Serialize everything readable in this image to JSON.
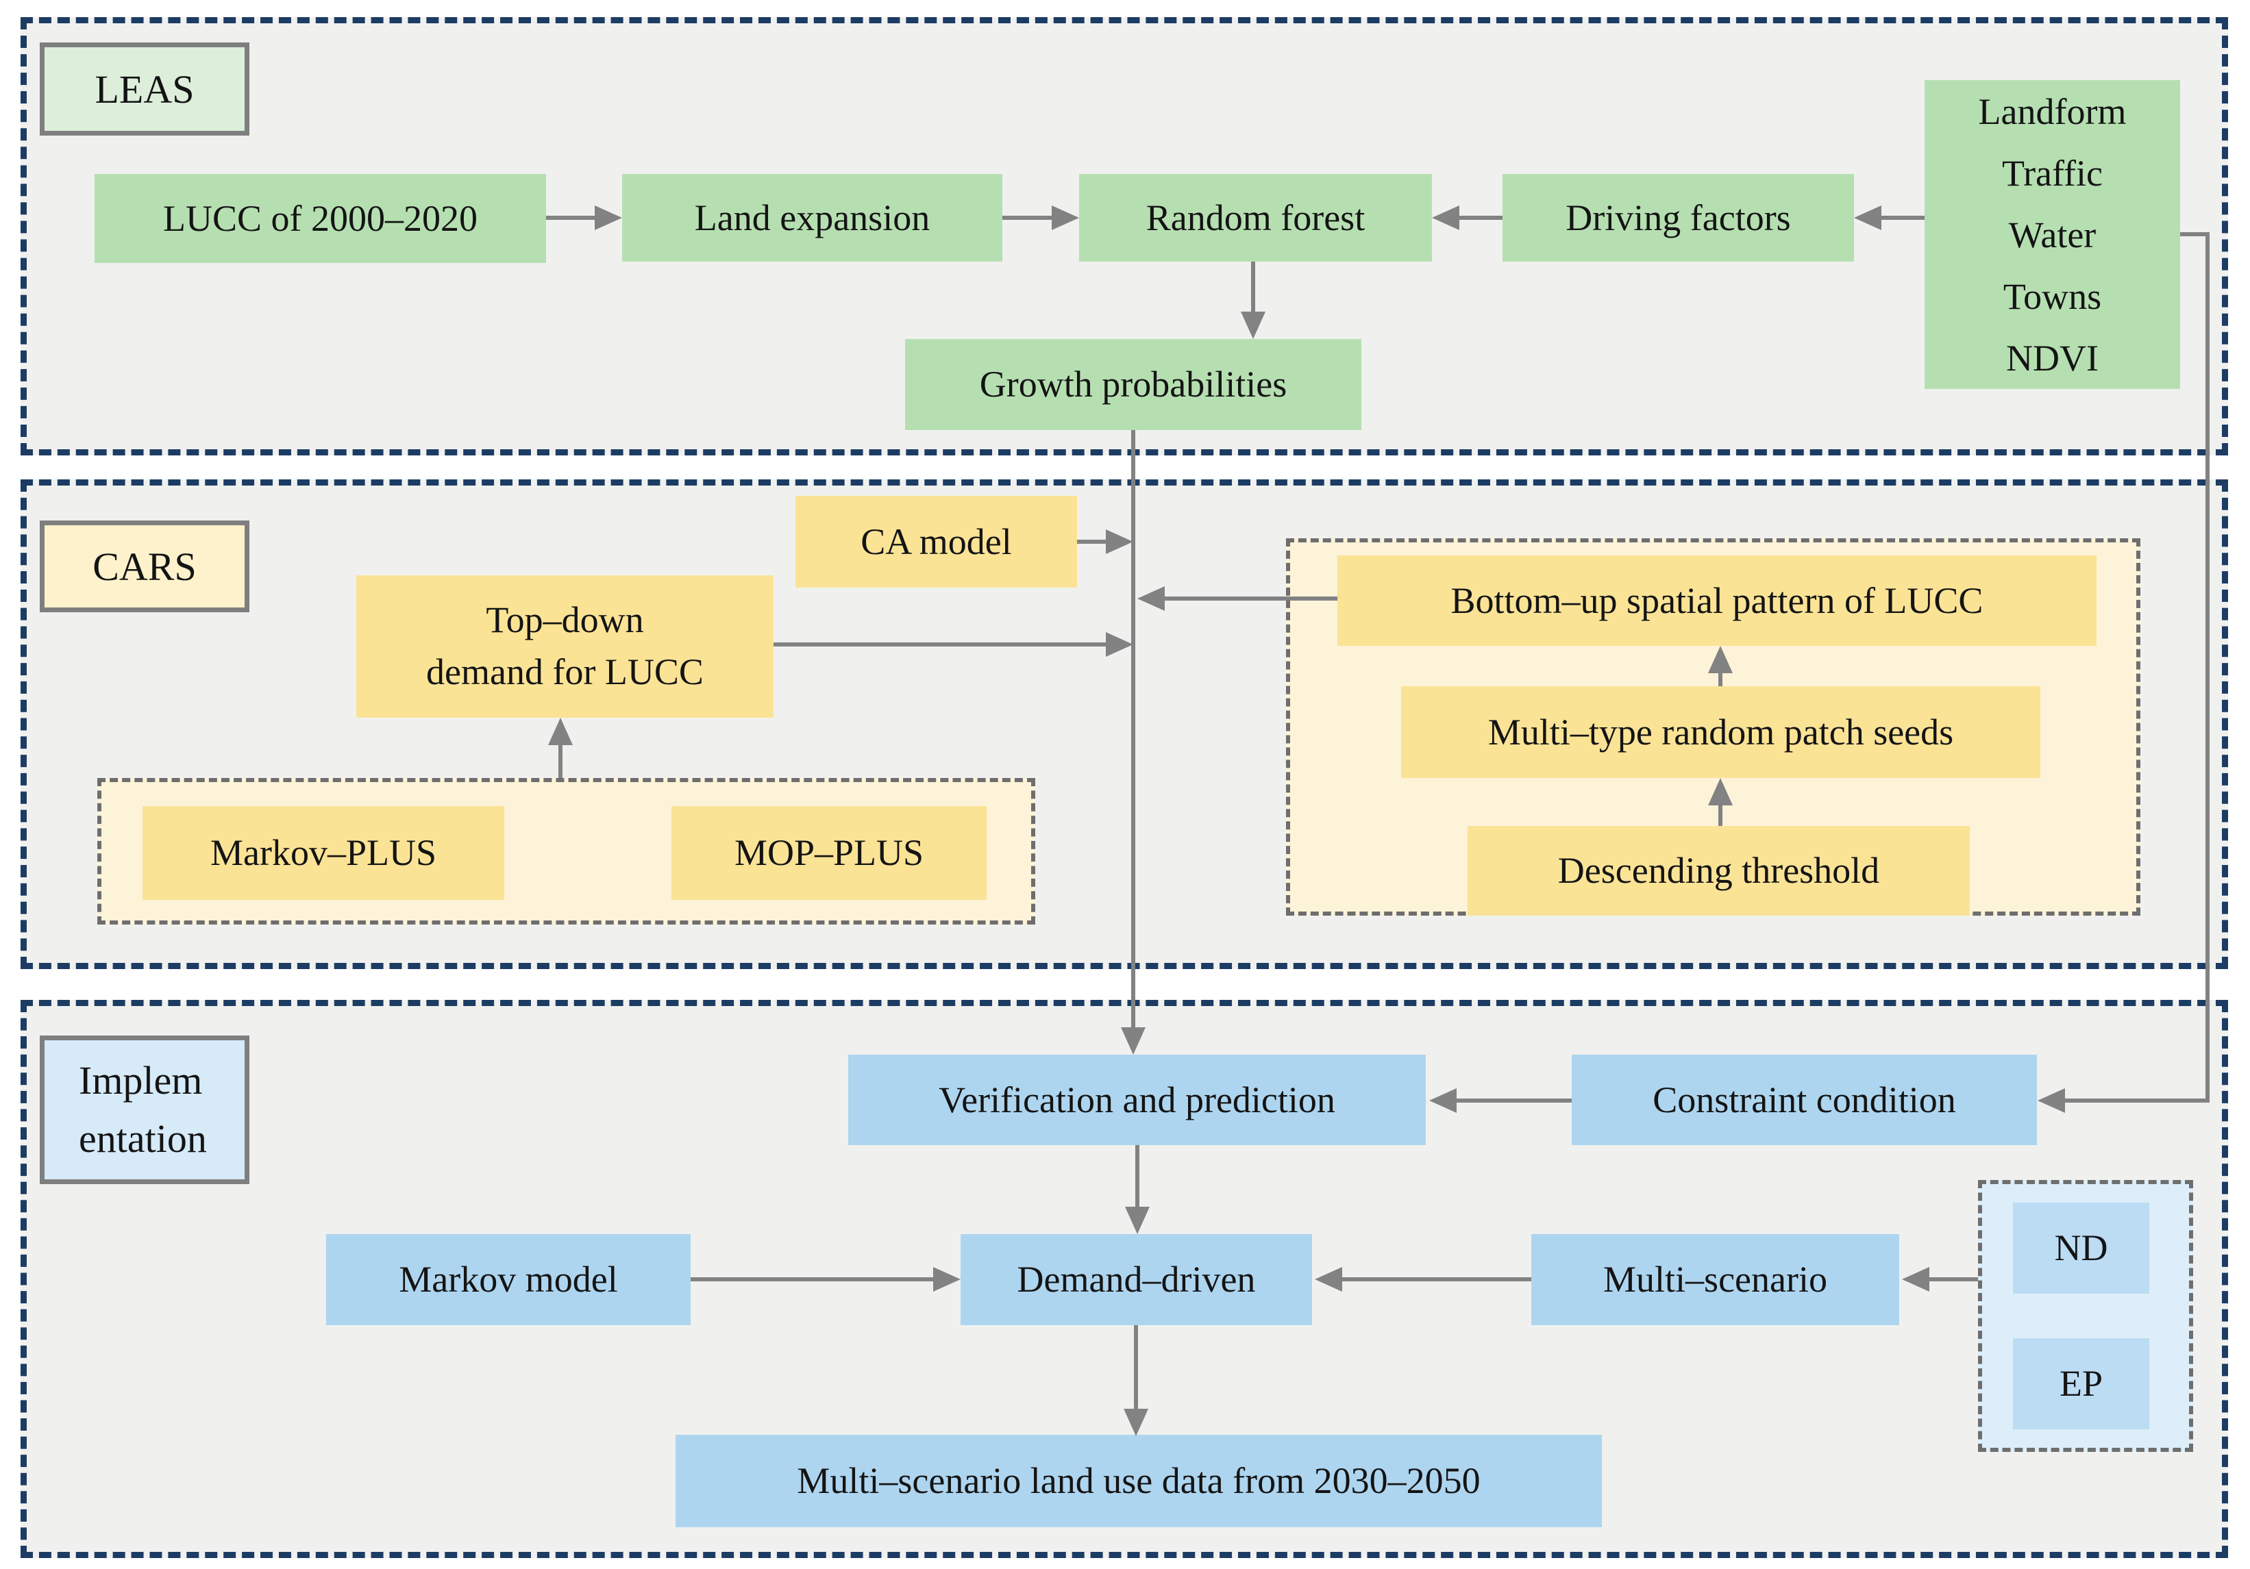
{
  "palette": {
    "section_background": "#f0f1ef",
    "section_border_navy": "#1c3c63",
    "green_box": "#b6dfb1",
    "green_label": "#ddefdb",
    "yellow_box": "#fbe396",
    "cream_label": "#fdf2cc",
    "cream_panel": "#fdf3d9",
    "blue_box": "#aed5ef",
    "blue_label": "#d6eaf8",
    "blue_panel": "#ddeefa",
    "blue_chip": "#bcdcf3",
    "arrow_gray": "#828282"
  },
  "leas": {
    "label": "LEAS",
    "lucc": "LUCC of 2000–2020",
    "land_expansion": "Land expansion",
    "random_forest": "Random forest",
    "driving_factors": "Driving factors",
    "driver_list": "Landform\nTraffic\nWater\nTowns\nNDVI",
    "growth": "Growth probabilities"
  },
  "cars": {
    "label": "CARS",
    "ca_model": "CA model",
    "top_down": "Top–down\ndemand for LUCC",
    "markov_plus": "Markov–PLUS",
    "mop_plus": "MOP–PLUS",
    "bottom_up": "Bottom–up spatial pattern of LUCC",
    "multi_type": "Multi–type random patch seeds",
    "descending": "Descending threshold"
  },
  "impl": {
    "label": "Implem\nentation",
    "verification": "Verification and prediction",
    "constraint": "Constraint condition",
    "markov_model": "Markov model",
    "demand_driven": "Demand–driven",
    "multi_scenario": "Multi–scenario",
    "nd": "ND",
    "ep": "EP",
    "output": "Multi–scenario land use data from 2030–2050"
  }
}
